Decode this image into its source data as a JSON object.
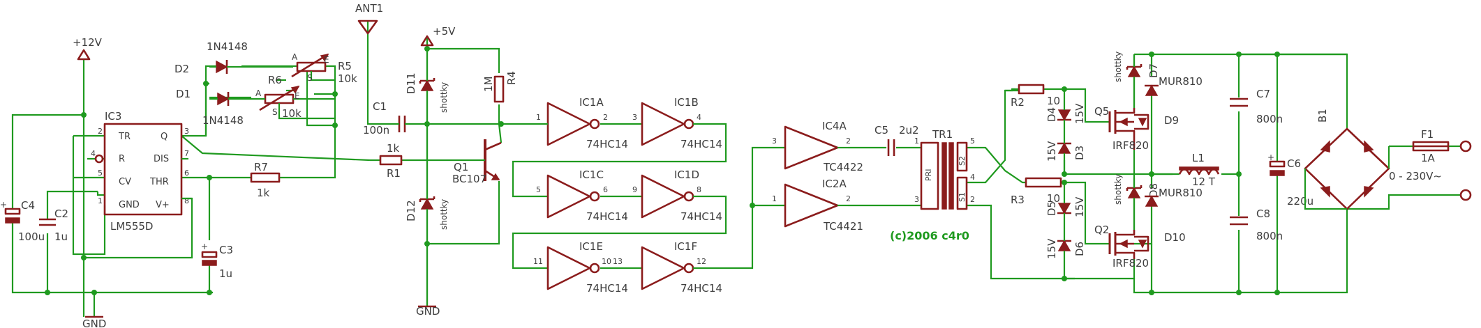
{
  "power": {
    "vcc12": "+12V",
    "vcc5": "+5V",
    "gnd": "GND",
    "antenna": "ANT1",
    "mains": "0 - 230V~"
  },
  "ic3": {
    "ref": "IC3",
    "part": "LM555D",
    "pins": {
      "tr": "TR",
      "q": "Q",
      "r": "R",
      "dis": "DIS",
      "cv": "CV",
      "thr": "THR",
      "gnd": "GND",
      "vplus": "V+"
    },
    "pinnums": {
      "tr": "2",
      "q": "3",
      "r": "4",
      "dis": "7",
      "cv": "5",
      "thr": "6",
      "gnd": "1",
      "vplus": "8"
    }
  },
  "diodes": {
    "d1": {
      "ref": "D1",
      "part": "1N4148"
    },
    "d2": {
      "ref": "D2",
      "part": "1N4148"
    },
    "d11": {
      "ref": "D11",
      "part": "shottky"
    },
    "d12": {
      "ref": "D12",
      "part": "shottky"
    },
    "d3": {
      "ref": "D3",
      "value": "15V"
    },
    "d4": {
      "ref": "D4",
      "value": "15V"
    },
    "d5": {
      "ref": "D5",
      "value": "15V"
    },
    "d6": {
      "ref": "D6",
      "value": "15V"
    },
    "d7": {
      "ref": "D7",
      "part": "shottky"
    },
    "d8": {
      "ref": "D8",
      "part": "shottky"
    },
    "d9": {
      "ref": "D9",
      "part": "MUR810"
    },
    "d10": {
      "ref": "D10",
      "part": "MUR810"
    }
  },
  "pots": {
    "r5": {
      "ref": "R5",
      "value": "10k",
      "a": "A",
      "e": "E",
      "s": "S"
    },
    "r6": {
      "ref": "R6",
      "value": "10k",
      "a": "A",
      "e": "E",
      "s": "S"
    }
  },
  "resistors": {
    "r1": {
      "ref": "R1",
      "value": "1k"
    },
    "r7": {
      "ref": "R7",
      "value": "1k"
    },
    "r4": {
      "ref": "R4",
      "value": "1M"
    },
    "r2": {
      "ref": "R2",
      "value": "10"
    },
    "r3": {
      "ref": "R3",
      "value": "10"
    }
  },
  "caps": {
    "c1": {
      "ref": "C1",
      "value": "100n"
    },
    "c2": {
      "ref": "C2",
      "value": "1u"
    },
    "c3": {
      "ref": "C3",
      "value": "1u"
    },
    "c4": {
      "ref": "C4",
      "value": "100u"
    },
    "c5": {
      "ref": "C5",
      "value": "2u2"
    },
    "c6": {
      "ref": "C6",
      "value": "220u"
    },
    "c7": {
      "ref": "C7",
      "value": "800n"
    },
    "c8": {
      "ref": "C8",
      "value": "800n"
    }
  },
  "transistor": {
    "ref": "Q1",
    "part": "BC107"
  },
  "inverters": {
    "ic1a": {
      "ref": "IC1A",
      "part": "74HC14",
      "pin_in": "1",
      "pin_out": "2"
    },
    "ic1b": {
      "ref": "IC1B",
      "part": "74HC14",
      "pin_in": "3",
      "pin_out": "4"
    },
    "ic1c": {
      "ref": "IC1C",
      "part": "74HC14",
      "pin_in": "5",
      "pin_out": "6"
    },
    "ic1d": {
      "ref": "IC1D",
      "part": "74HC14",
      "pin_in": "9",
      "pin_out": "8"
    },
    "ic1e": {
      "ref": "IC1E",
      "part": "74HC14",
      "pin_in": "11",
      "pin_out": "10"
    },
    "ic1f": {
      "ref": "IC1F",
      "part": "74HC14",
      "pin_in": "13",
      "pin_out": "12"
    }
  },
  "drivers": {
    "ic4a": {
      "ref": "IC4A",
      "part": "TC4422",
      "pin_in": "3",
      "pin_out": "2"
    },
    "ic2a": {
      "ref": "IC2A",
      "part": "TC4421",
      "pin_in": "1",
      "pin_out": "2"
    }
  },
  "transformer": {
    "ref": "TR1",
    "pri": "PRI",
    "s1": "S1",
    "s2": "S2",
    "pins": [
      "1",
      "3",
      "5",
      "4",
      "2"
    ]
  },
  "mosfets": {
    "q5": {
      "ref": "Q5",
      "part": "IRF820"
    },
    "q2": {
      "ref": "Q2",
      "part": "IRF820"
    }
  },
  "inductor": {
    "ref": "L1",
    "value": "12 T"
  },
  "bridge": {
    "ref": "B1"
  },
  "fuse": {
    "ref": "F1",
    "value": "1A"
  },
  "credit": "(c)2006 c4r0"
}
